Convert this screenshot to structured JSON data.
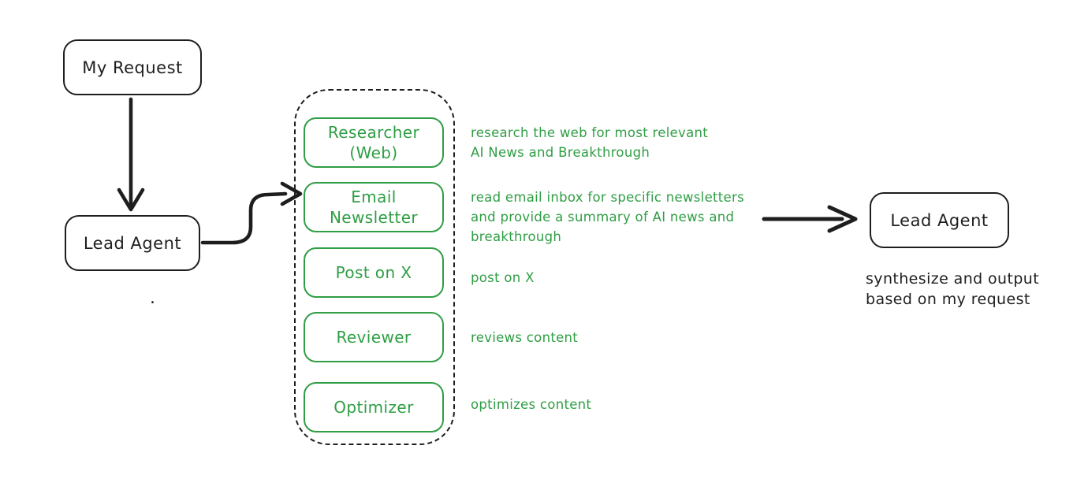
{
  "palette": {
    "ink": "#1e1e1e",
    "green": "#2f9e44",
    "bg": "#ffffff"
  },
  "nodes": {
    "my_request": {
      "label": "My Request"
    },
    "lead_agent": {
      "label": "Lead Agent"
    },
    "stray_dot": ".",
    "output_agent": {
      "label": "Lead Agent",
      "caption": "synthesize and output\nbased on my request"
    }
  },
  "subagents": [
    {
      "label": "Researcher\n(Web)",
      "description": "research the web for most relevant\nAI News and Breakthrough"
    },
    {
      "label": "Email\nNewsletter",
      "description": "read email inbox for specific newsletters\nand provide a summary of AI news and\nbreakthrough"
    },
    {
      "label": "Post on X",
      "description": "post on X"
    },
    {
      "label": "Reviewer",
      "description": "reviews content"
    },
    {
      "label": "Optimizer",
      "description": "optimizes content"
    }
  ]
}
